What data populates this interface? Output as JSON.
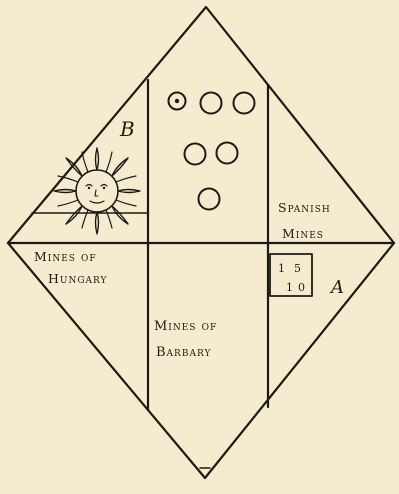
{
  "regions": {
    "mines_of_hungary": {
      "line1": "Mines of",
      "line2": "Hungary"
    },
    "mines_of_barbary": {
      "line1": "Mines of",
      "line2": "Barbary"
    },
    "spanish_mines": {
      "line1": "Spanish",
      "line2": "Mines"
    }
  },
  "markers": {
    "sun_region_letter": "B",
    "small_box_letter": "A"
  },
  "small_box_numerals": {
    "top_left": "1",
    "top_right": "5",
    "bottom_left": "1",
    "bottom_right": "0"
  },
  "circle_rows": [
    3,
    2,
    1
  ],
  "colors": {
    "paper": "#f5eccf",
    "ink": "#1c1a16"
  }
}
